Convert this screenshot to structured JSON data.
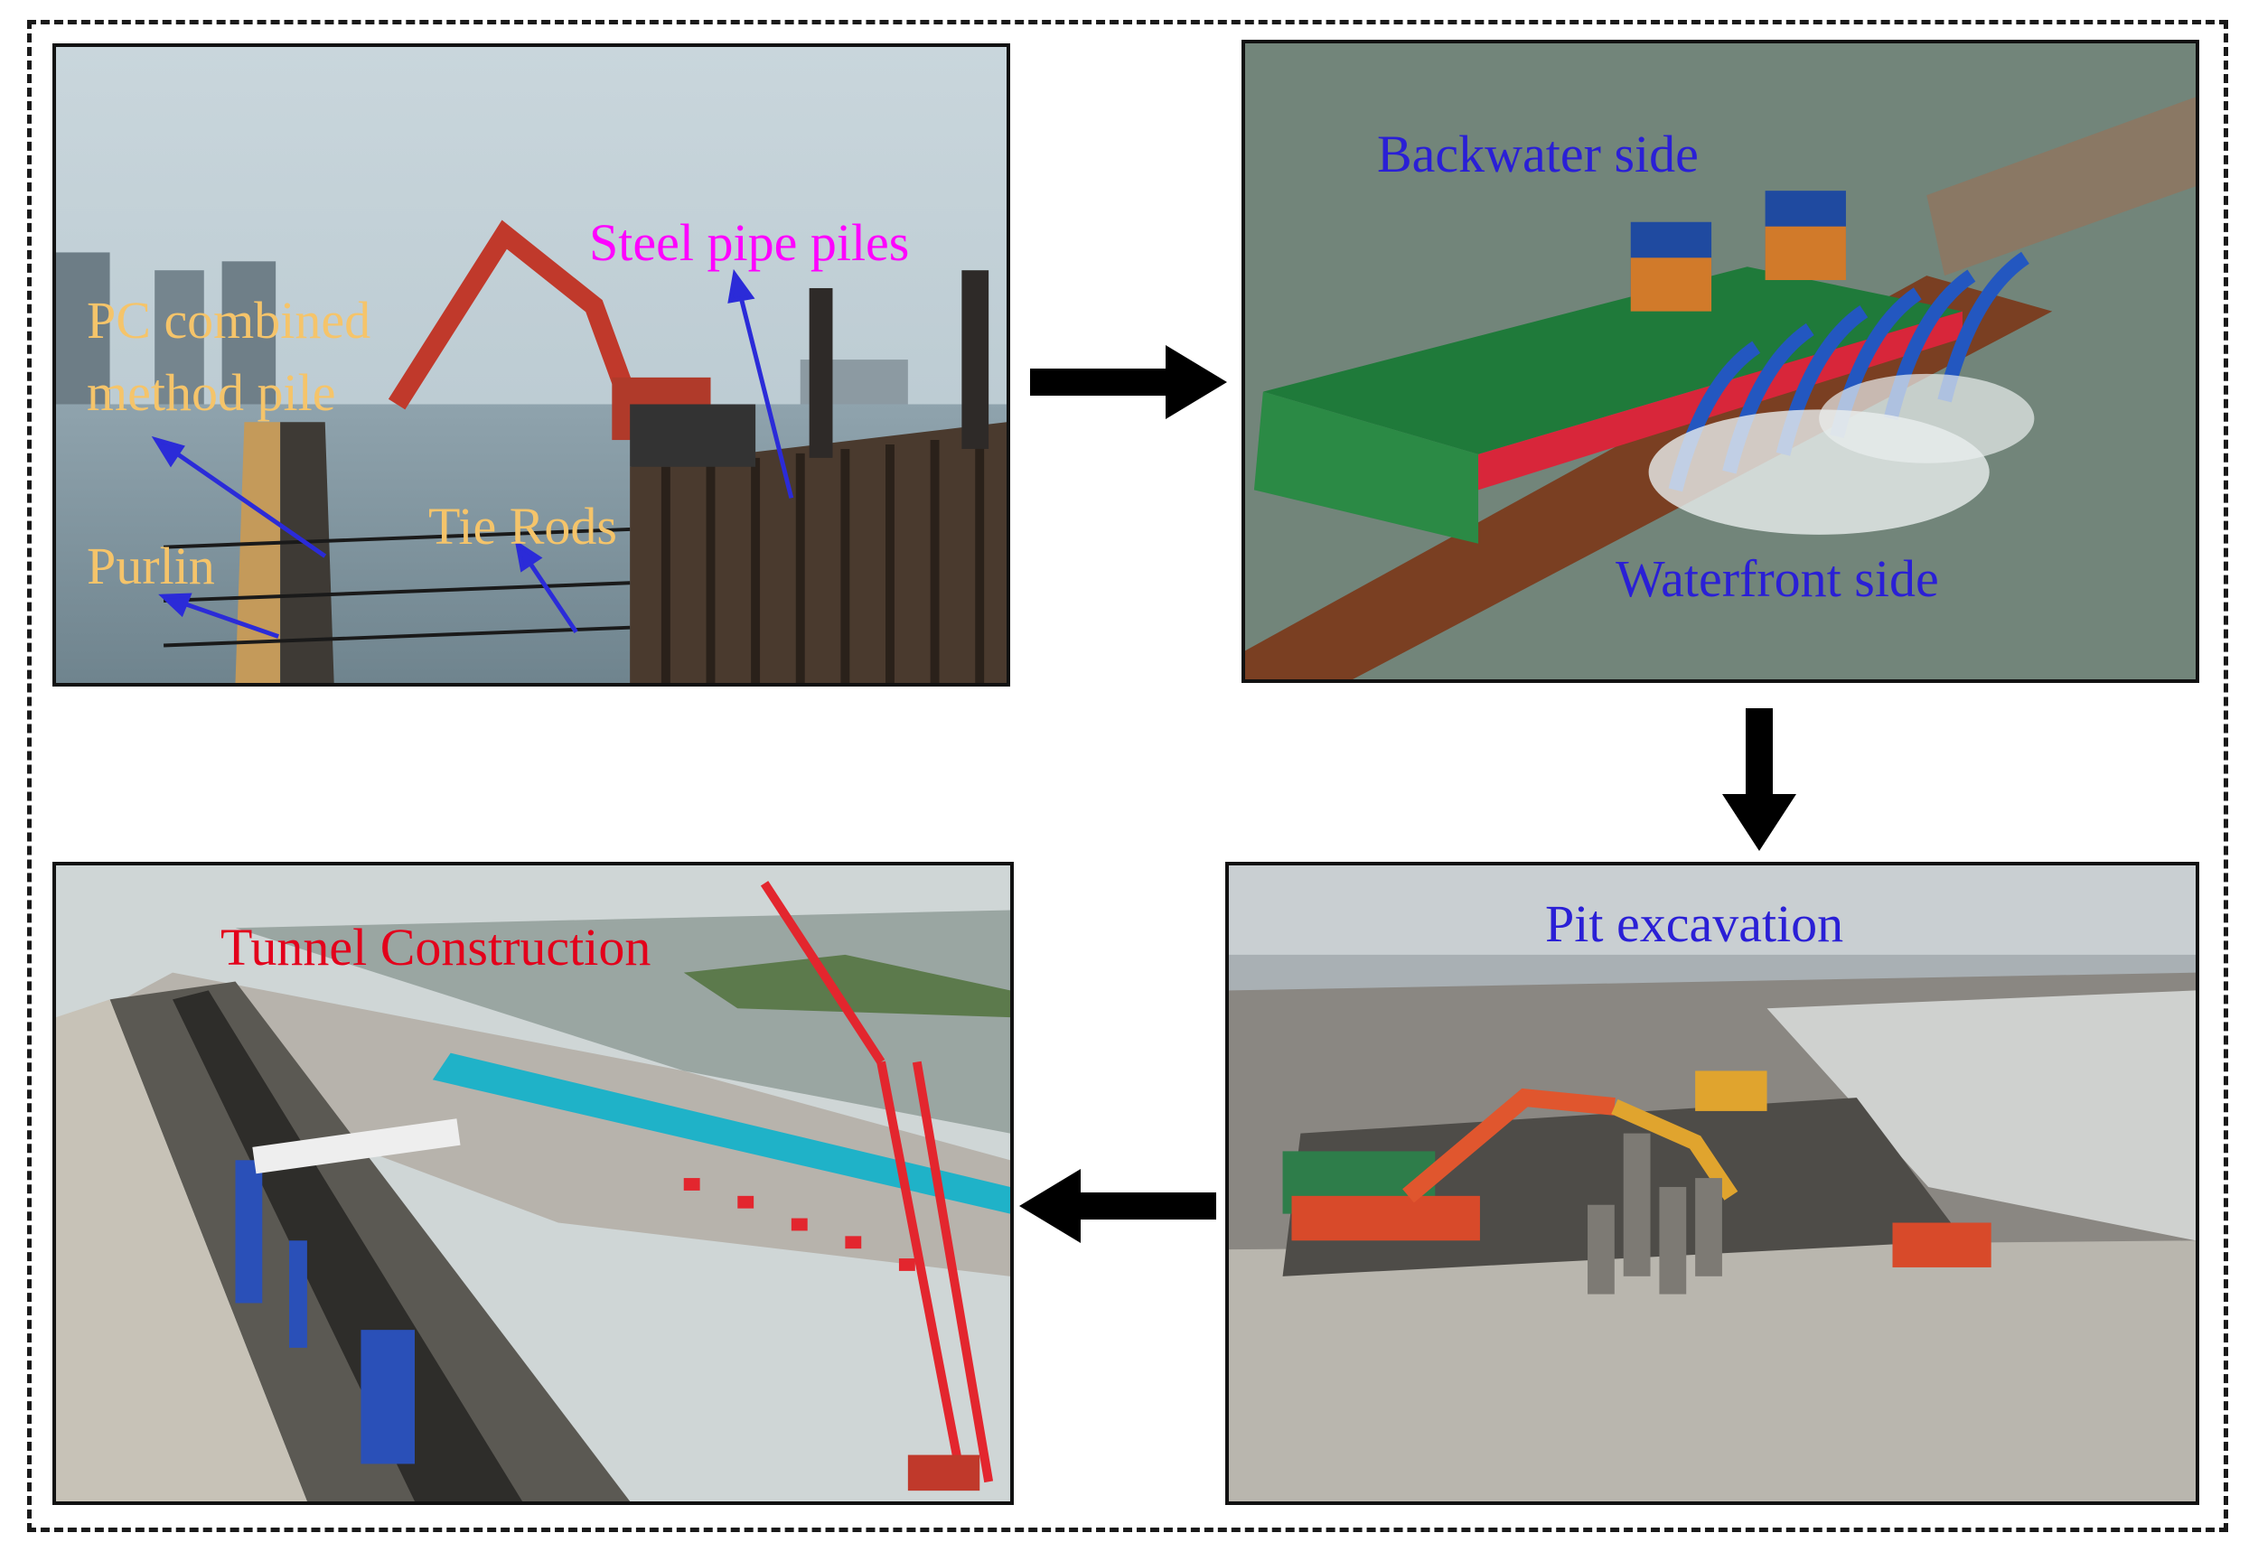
{
  "panels": {
    "top_left": {
      "labels": {
        "steel_pipe_piles": "Steel pipe piles",
        "pc_combined_line1": "PC combined",
        "pc_combined_line2": "method pile",
        "tie_rods": "Tie Rods",
        "purlin": "Purlin"
      }
    },
    "top_right": {
      "labels": {
        "backwater_side": "Backwater side",
        "waterfront_side": "Waterfront side"
      }
    },
    "bottom_right": {
      "labels": {
        "pit_excavation": "Pit excavation"
      }
    },
    "bottom_left": {
      "labels": {
        "tunnel_construction": "Tunnel Construction"
      }
    }
  },
  "colors": {
    "orange_label": "#f5c46a",
    "magenta_label": "#ff00ff",
    "blue_label": "#2a1fd6",
    "red_label": "#e3001b",
    "annotation_arrow": "#2b2bd8",
    "flow_arrow": "#000000"
  }
}
